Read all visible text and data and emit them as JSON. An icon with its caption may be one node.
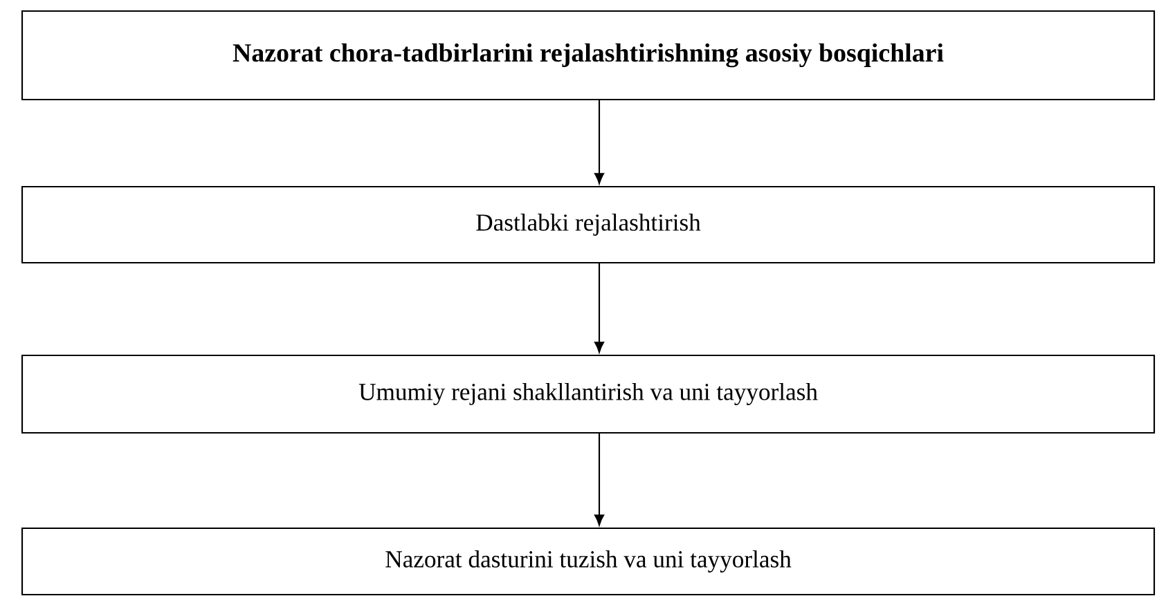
{
  "diagram": {
    "nodes": [
      {
        "text": [
          "Nazorat chora-tadbirlarini rejalashtirishning asosiy bosqichlari"
        ]
      },
      {
        "text": [
          "Dastlabki rejalashtirish"
        ]
      },
      {
        "text": [
          "Umumiy rejani shakllantirish va uni tayyorlash"
        ]
      },
      {
        "text": [
          "Nazorat dasturini tuzish  va uni tayyorlash"
        ]
      }
    ],
    "edges": [
      {
        "from": 0,
        "to": 1,
        "arrow": "to"
      },
      {
        "from": 1,
        "to": 2,
        "arrow": "to"
      },
      {
        "from": 2,
        "to": 3,
        "arrow": "to"
      }
    ]
  }
}
